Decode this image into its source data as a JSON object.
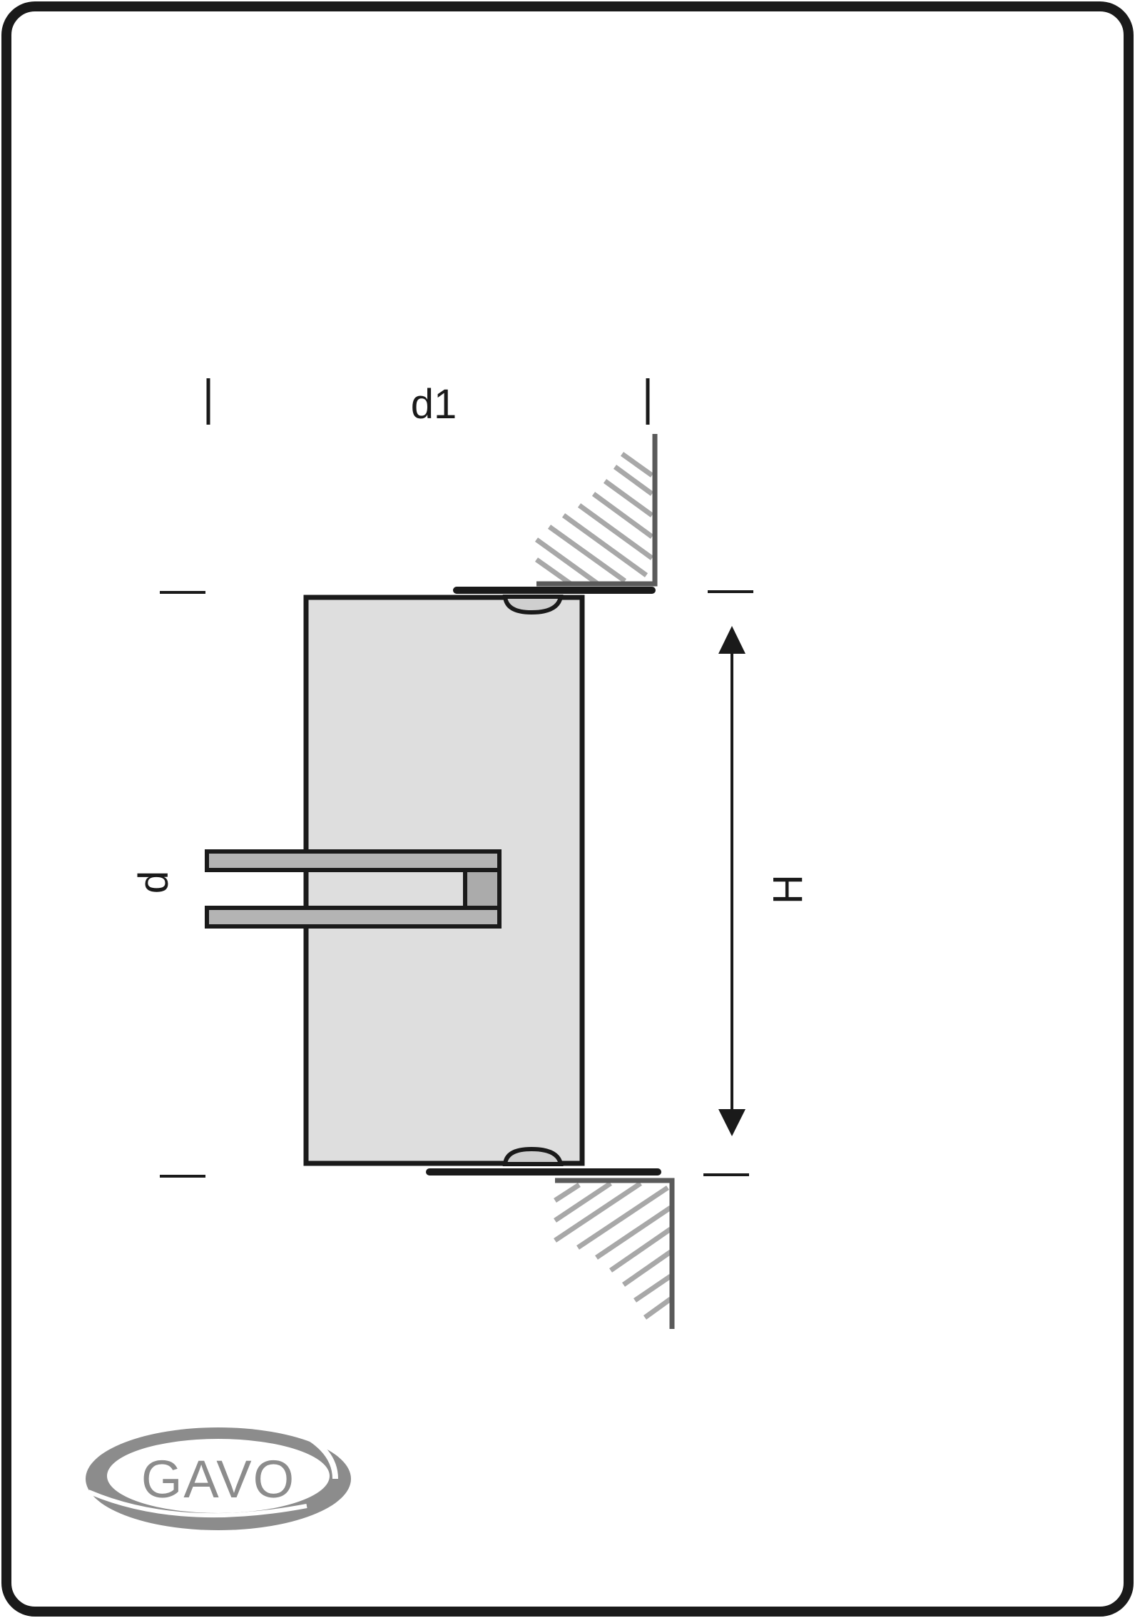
{
  "labels": {
    "d1": "d1",
    "d": "d",
    "H": "H"
  },
  "logo": {
    "text": "GAVO",
    "icon": "gavo-logo-icon"
  },
  "colors": {
    "frame": "#1a1a1a",
    "body_fill": "#dedede",
    "shaft_fill": "#b4b4b4",
    "hatch": "#a8a8a8",
    "logo_gray": "#8c8c8c"
  }
}
